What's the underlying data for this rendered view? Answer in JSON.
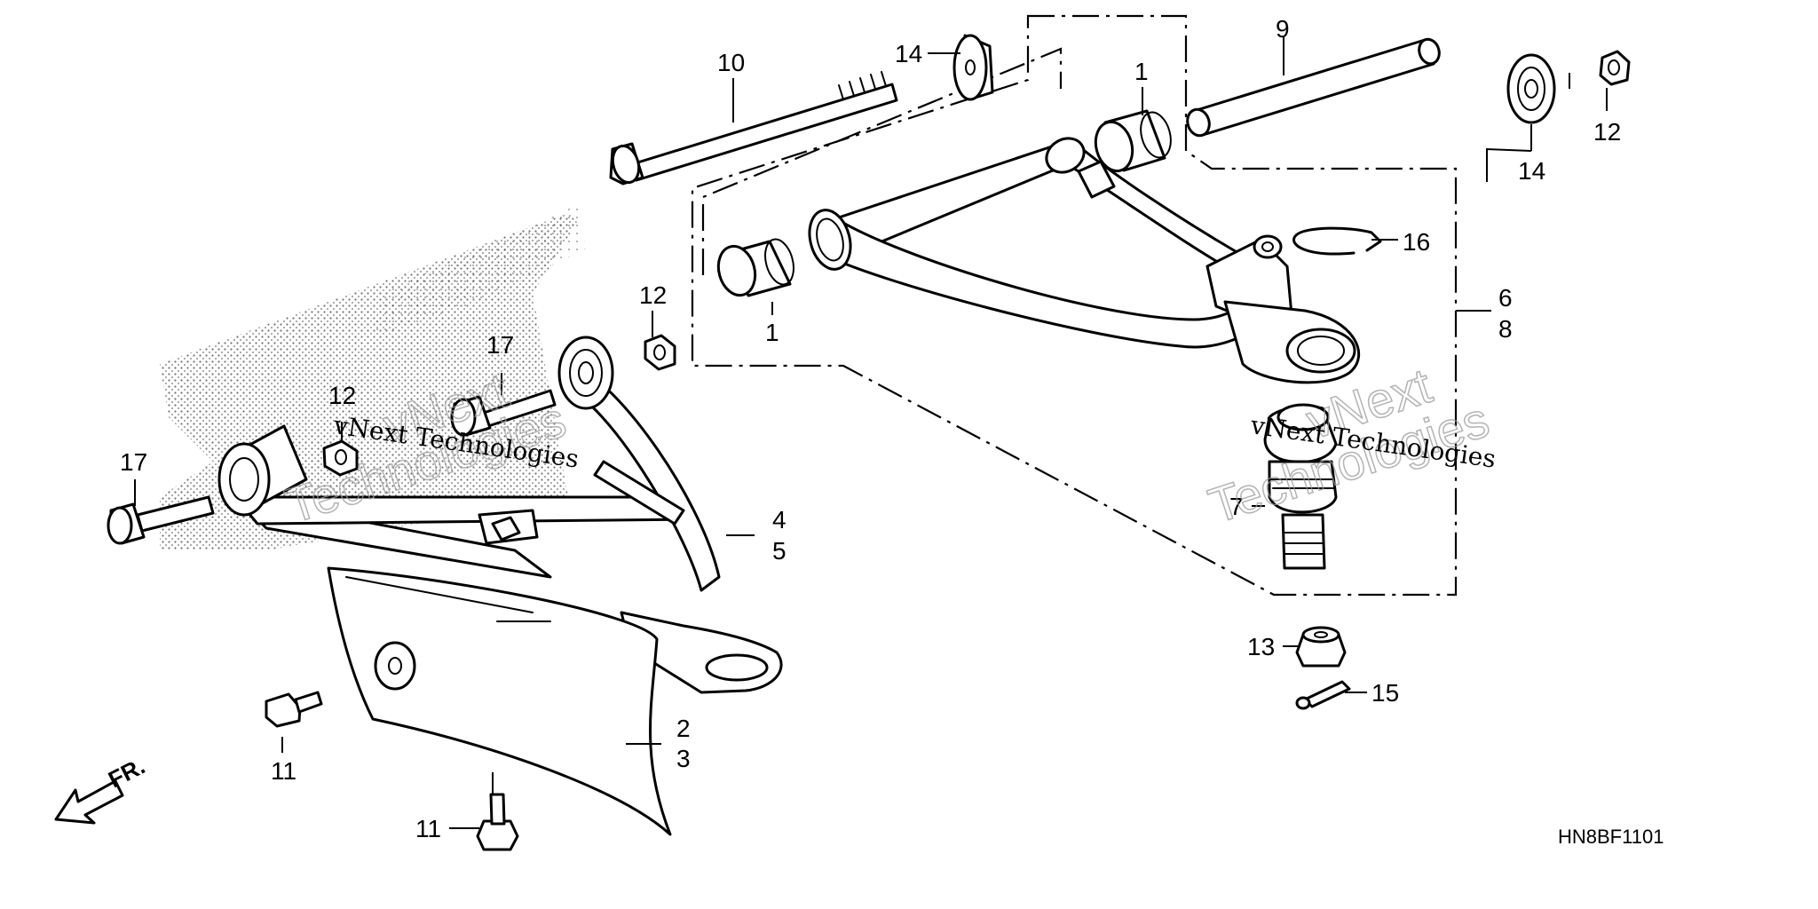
{
  "diagram": {
    "reference_code": "HN8BF1101",
    "direction_label": "FR.",
    "watermark": {
      "line1": "vNext",
      "line2": "Technologies",
      "caption": "vNext Technologies"
    },
    "callouts": {
      "c1_upper": "1",
      "c1_lower": "1",
      "c2": "2",
      "c3": "3",
      "c4": "4",
      "c5": "5",
      "c6": "6",
      "c7": "7",
      "c8": "8",
      "c9": "9",
      "c10": "10",
      "c11_upper": "11",
      "c11_lower": "11",
      "c12_left": "12",
      "c12_mid": "12",
      "c12_right": "12",
      "c13": "13",
      "c14_left": "14",
      "c14_right": "14",
      "c15": "15",
      "c16": "16",
      "c17_left": "17",
      "c17_mid": "17"
    }
  }
}
